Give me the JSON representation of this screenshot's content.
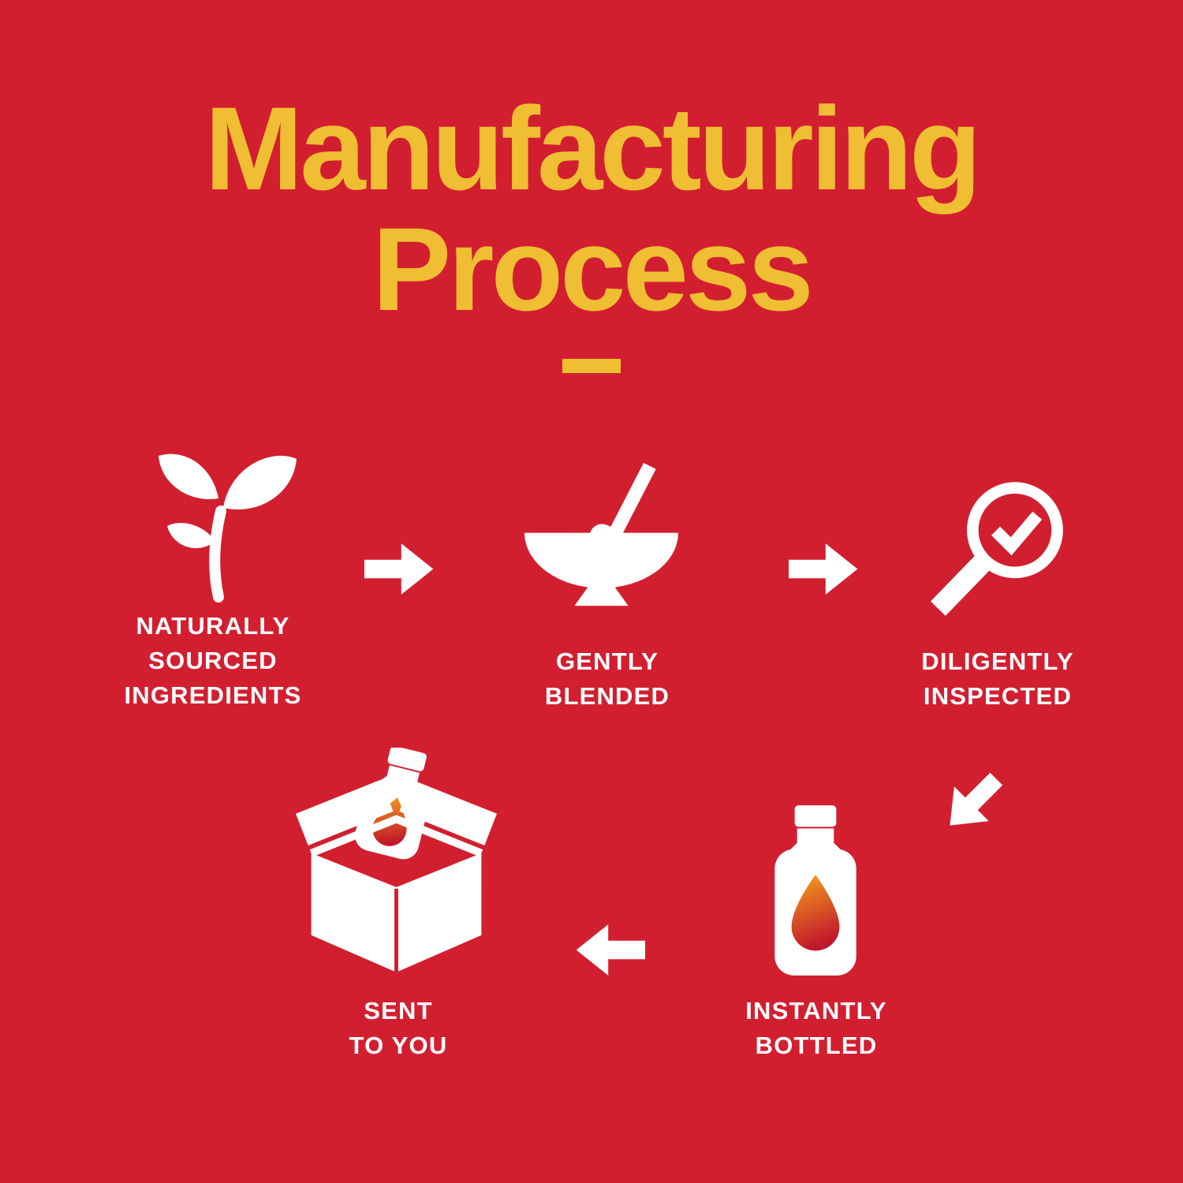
{
  "title": {
    "line1": "Manufacturing",
    "line2": "Process"
  },
  "colors": {
    "background": "#D21F30",
    "title_yellow": "#F0BE33",
    "icon_white": "#FFFFFF",
    "droplet_gradient_top": "#F7A31C",
    "droplet_gradient_bottom": "#C2182B"
  },
  "steps": [
    {
      "name": "naturally-sourced-ingredients",
      "icon": "plant-icon",
      "label_lines": [
        "NATURALLY",
        "SOURCED",
        "INGREDIENTS"
      ]
    },
    {
      "name": "gently-blended",
      "icon": "bowl-whisk-icon",
      "label_lines": [
        "GENTLY",
        "BLENDED"
      ]
    },
    {
      "name": "diligently-inspected",
      "icon": "magnifier-check-icon",
      "label_lines": [
        "DILIGENTLY",
        "INSPECTED"
      ]
    },
    {
      "name": "instantly-bottled",
      "icon": "bottle-droplet-icon",
      "label_lines": [
        "INSTANTLY",
        "BOTTLED"
      ]
    },
    {
      "name": "sent-to-you",
      "icon": "box-bottle-icon",
      "label_lines": [
        "SENT",
        "TO YOU"
      ]
    }
  ],
  "connectors": [
    {
      "name": "arrow-1",
      "direction": "right"
    },
    {
      "name": "arrow-2",
      "direction": "right"
    },
    {
      "name": "arrow-3",
      "direction": "down-left"
    },
    {
      "name": "arrow-4",
      "direction": "left"
    }
  ]
}
